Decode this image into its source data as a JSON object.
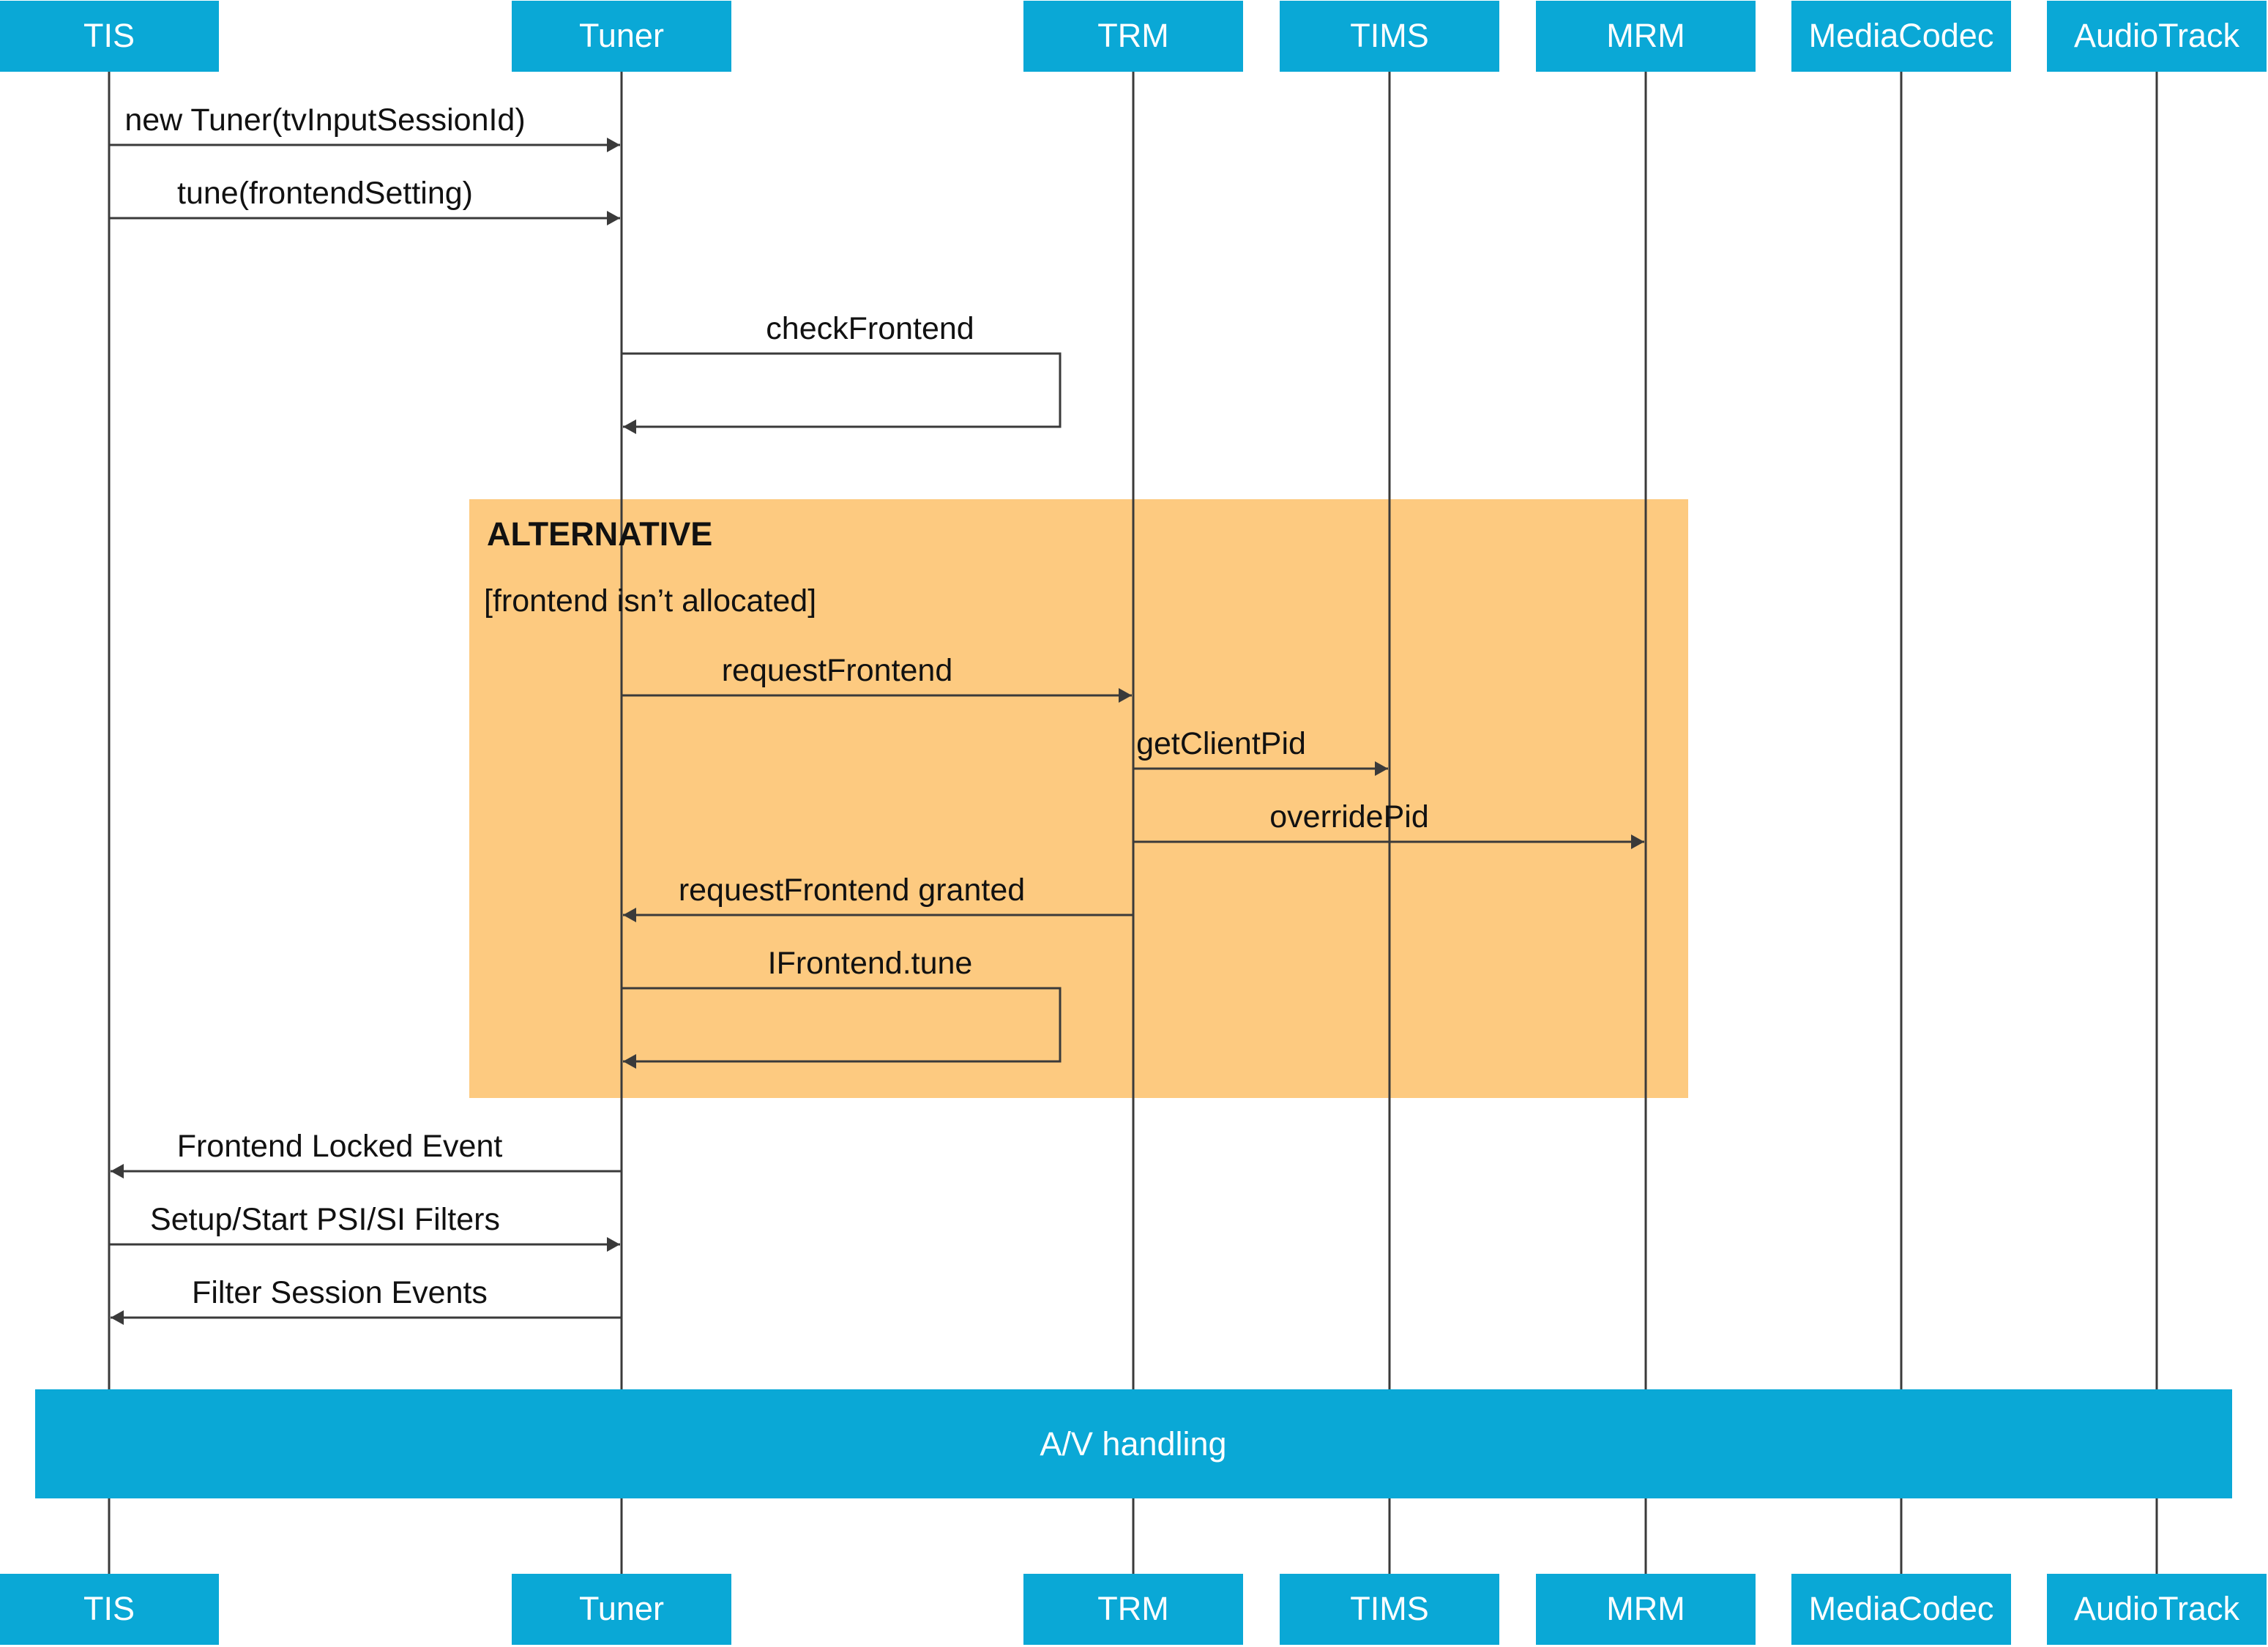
{
  "colors": {
    "participant_fill": "#0aa8d6",
    "participant_text": "#ffffff",
    "line": "#3a3a3a",
    "alt_fill": "#fdca80",
    "band_fill": "#0aa8d6"
  },
  "participants": [
    {
      "id": "tis",
      "label": "TIS"
    },
    {
      "id": "tuner",
      "label": "Tuner"
    },
    {
      "id": "trm",
      "label": "TRM"
    },
    {
      "id": "tims",
      "label": "TIMS"
    },
    {
      "id": "mrm",
      "label": "MRM"
    },
    {
      "id": "mediacodec",
      "label": "MediaCodec"
    },
    {
      "id": "audiotrack",
      "label": "AudioTrack"
    }
  ],
  "messages": [
    {
      "from": "tis",
      "to": "tuner",
      "label": "new Tuner(tvInputSessionId)"
    },
    {
      "from": "tis",
      "to": "tuner",
      "label": "tune(frontendSetting)"
    },
    {
      "from": "tuner",
      "to": "tuner",
      "label": "checkFrontend"
    },
    {
      "from": "tuner",
      "to": "trm",
      "label": "requestFrontend"
    },
    {
      "from": "trm",
      "to": "tims",
      "label": "getClientPid"
    },
    {
      "from": "trm",
      "to": "mrm",
      "label": "overridePid"
    },
    {
      "from": "trm",
      "to": "tuner",
      "label": "requestFrontend granted"
    },
    {
      "from": "tuner",
      "to": "tuner",
      "label": "IFrontend.tune"
    },
    {
      "from": "tuner",
      "to": "tis",
      "label": "Frontend Locked Event"
    },
    {
      "from": "tis",
      "to": "tuner",
      "label": "Setup/Start PSI/SI Filters"
    },
    {
      "from": "tuner",
      "to": "tis",
      "label": "Filter Session Events"
    }
  ],
  "alternative": {
    "title": "ALTERNATIVE",
    "condition": "[frontend isn’t allocated]"
  },
  "band": {
    "label": "A/V handling"
  }
}
